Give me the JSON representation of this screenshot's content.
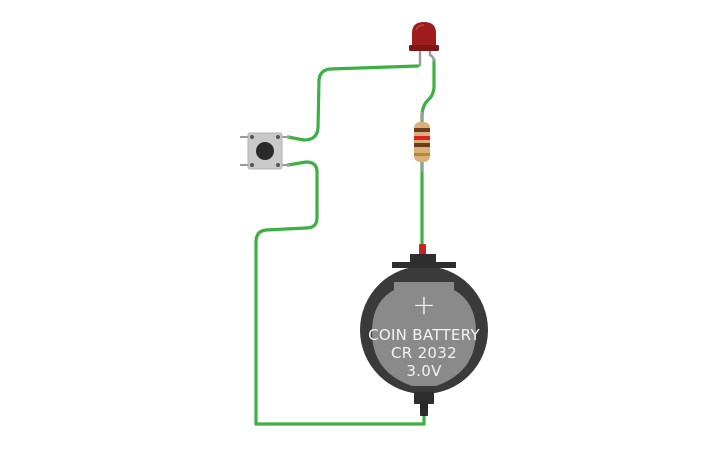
{
  "battery": {
    "plus_symbol": "+",
    "line1": "COIN BATTERY",
    "line2": "CR 2032",
    "line3": "3.0V"
  },
  "colors": {
    "wire": "#3cb043",
    "led_body": "#9e1c1c",
    "resistor_body": "#d8b07a",
    "battery_body": "#3a3a3a",
    "battery_face": "#8a8a8a",
    "button_body": "#c9c9c9",
    "button_cap": "#2a2a2a"
  }
}
